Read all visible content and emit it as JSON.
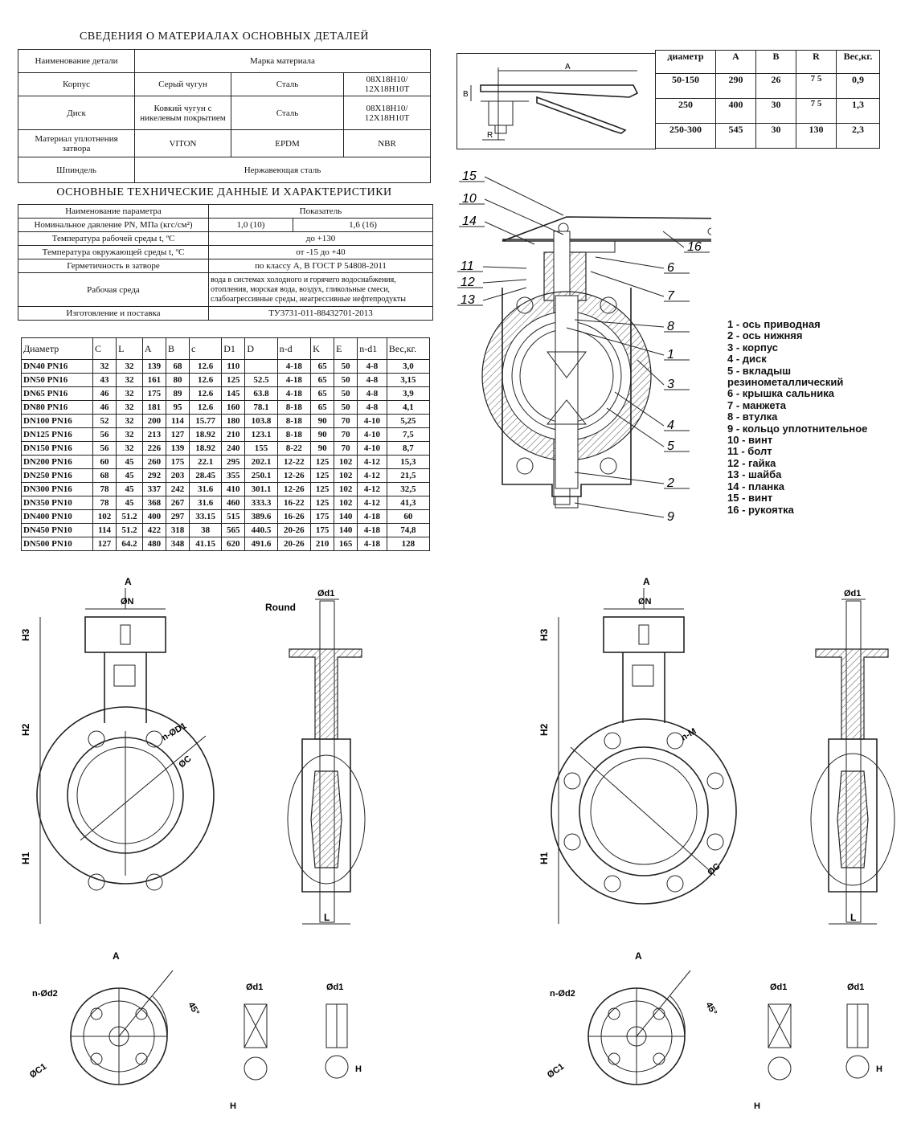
{
  "materials": {
    "title": "СВЕДЕНИЯ О МАТЕРИАЛАХ ОСНОВНЫХ ДЕТАЛЕЙ",
    "head": [
      "Наименование детали",
      "Марка материала"
    ],
    "body_row": [
      "Корпус",
      "Серый чугун",
      "Сталь",
      "08Х18Н10/ 12Х18Н10Т"
    ],
    "disc_row": [
      "Диск",
      "Ковкий чугун с никелевым покрытием",
      "Сталь",
      "08Х18Н10/ 12Х18Н10Т"
    ],
    "seal_row": [
      "Материал уплотнения затвора",
      "VITON",
      "EPDM",
      "NBR"
    ],
    "stem_row": [
      "Шпиндель",
      "Нержавеющая сталь"
    ]
  },
  "tech": {
    "title": "ОСНОВНЫЕ ТЕХНИЧЕСКИЕ ДАННЫЕ И ХАРАКТЕРИСТИКИ",
    "head": [
      "Наименование параметра",
      "Показатель"
    ],
    "pressure": [
      "Номинальное давление PN, МПа (кгс/см²)",
      "1,0 (10)",
      "1,6 (16)"
    ],
    "temp_work": [
      "Температура рабочей среды t, ºС",
      "до +130"
    ],
    "temp_env": [
      "Температура окружающей среды t, ºС",
      "от -15 до +40"
    ],
    "tightness": [
      "Герметичность в затворе",
      "по классу А, В ГОСТ Р 54808-2011"
    ],
    "medium": [
      "Рабочая среда",
      "вода в системах холодного и горячего водоснабжения, отопления, морская вода, воздух, гликольные смеси, слабоагрессивные среды, неагрессивные нефтепродукты"
    ],
    "manufacture": [
      "Изготовление и поставка",
      "ТУ3731-011-88432701-2013"
    ]
  },
  "dims": {
    "head": [
      "Диаметр",
      "C",
      "L",
      "A",
      "B",
      "c",
      "D1",
      "D",
      "n-d",
      "K",
      "E",
      "n-d1",
      "Вес,кг."
    ],
    "rows": [
      [
        "DN40 PN16",
        "32",
        "32",
        "139",
        "68",
        "12.6",
        "110",
        "",
        "4-18",
        "65",
        "50",
        "4-8",
        "3,0"
      ],
      [
        "DN50 PN16",
        "43",
        "32",
        "161",
        "80",
        "12.6",
        "125",
        "52.5",
        "4-18",
        "65",
        "50",
        "4-8",
        "3,15"
      ],
      [
        "DN65 PN16",
        "46",
        "32",
        "175",
        "89",
        "12.6",
        "145",
        "63.8",
        "4-18",
        "65",
        "50",
        "4-8",
        "3,9"
      ],
      [
        "DN80 PN16",
        "46",
        "32",
        "181",
        "95",
        "12.6",
        "160",
        "78.1",
        "8-18",
        "65",
        "50",
        "4-8",
        "4,1"
      ],
      [
        "DN100 PN16",
        "52",
        "32",
        "200",
        "114",
        "15.77",
        "180",
        "103.8",
        "8-18",
        "90",
        "70",
        "4-10",
        "5,25"
      ],
      [
        "DN125 PN16",
        "56",
        "32",
        "213",
        "127",
        "18.92",
        "210",
        "123.1",
        "8-18",
        "90",
        "70",
        "4-10",
        "7,5"
      ],
      [
        "DN150 PN16",
        "56",
        "32",
        "226",
        "139",
        "18.92",
        "240",
        "155",
        "8-22",
        "90",
        "70",
        "4-10",
        "8,7"
      ],
      [
        "DN200 PN16",
        "60",
        "45",
        "260",
        "175",
        "22.1",
        "295",
        "202.1",
        "12-22",
        "125",
        "102",
        "4-12",
        "15,3"
      ],
      [
        "DN250 PN16",
        "68",
        "45",
        "292",
        "203",
        "28.45",
        "355",
        "250.1",
        "12-26",
        "125",
        "102",
        "4-12",
        "21,5"
      ],
      [
        "DN300 PN16",
        "78",
        "45",
        "337",
        "242",
        "31.6",
        "410",
        "301.1",
        "12-26",
        "125",
        "102",
        "4-12",
        "32,5"
      ],
      [
        "DN350 PN10",
        "78",
        "45",
        "368",
        "267",
        "31.6",
        "460",
        "333.3",
        "16-22",
        "125",
        "102",
        "4-12",
        "41,3"
      ],
      [
        "DN400 PN10",
        "102",
        "51.2",
        "400",
        "297",
        "33.15",
        "515",
        "389.6",
        "16-26",
        "175",
        "140",
        "4-18",
        "60"
      ],
      [
        "DN450 PN10",
        "114",
        "51.2",
        "422",
        "318",
        "38",
        "565",
        "440.5",
        "20-26",
        "175",
        "140",
        "4-18",
        "74,8"
      ],
      [
        "DN500 PN10",
        "127",
        "64.2",
        "480",
        "348",
        "41.15",
        "620",
        "491.6",
        "20-26",
        "210",
        "165",
        "4-18",
        "128"
      ]
    ]
  },
  "handle": {
    "head": [
      "диаметр",
      "A",
      "B",
      "R",
      "Вес,кг."
    ],
    "rows": [
      [
        "50-150",
        "290",
        "26",
        "7 5",
        "0,9"
      ],
      [
        "250",
        "400",
        "30",
        "7 5",
        "1,3"
      ],
      [
        "250-300",
        "545",
        "30",
        "130",
        "2,3"
      ]
    ],
    "labels": {
      "a": "A",
      "b": "B",
      "r": "R"
    }
  },
  "section_callouts": [
    "15",
    "10",
    "14",
    "11",
    "12",
    "13",
    "6",
    "7",
    "8",
    "1",
    "3",
    "4",
    "5",
    "2",
    "9",
    "16"
  ],
  "parts": [
    "1 - ось приводная",
    "2 - ось нижняя",
    "3 - корпус",
    "4 - диск",
    "5 - вкладыш резинометаллический",
    "6 - крышка сальника",
    "7 - манжета",
    "8 - втулка",
    "9 - кольцо уплотнительное",
    "10 - винт",
    "11 - болт",
    "12 - гайка",
    "13 - шайба",
    "14 - планка",
    "15 - винт",
    "16 - рукоятка"
  ],
  "drawing_labels": {
    "a": "A",
    "n": "ØN",
    "h1": "H1",
    "h2": "H2",
    "h3": "H3",
    "nd1": "n-ØD1",
    "c": "ØC",
    "round": "Round",
    "d1": "Ød1",
    "l": "L",
    "nm": "n-M",
    "nd2": "n-Ød2",
    "c1": "ØC1",
    "deg": "45°",
    "h": "H"
  }
}
